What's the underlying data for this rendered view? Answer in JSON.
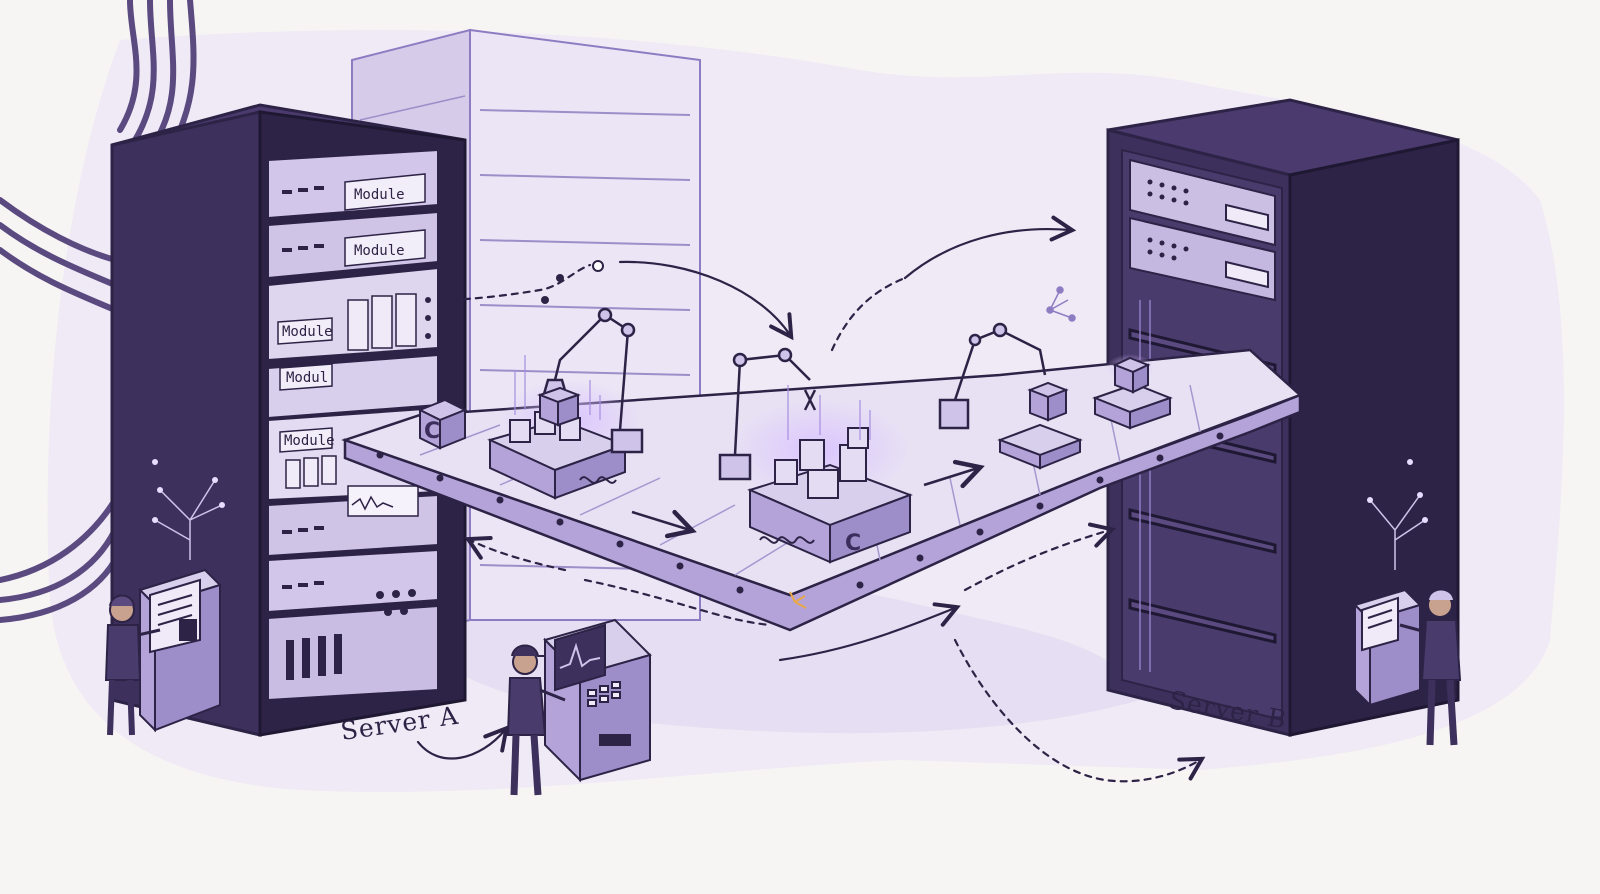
{
  "labels": {
    "server_a": "Server A",
    "server_b": "Server B"
  },
  "module_tags": [
    "Module",
    "Module",
    "Module",
    "Modul",
    "Module"
  ],
  "cube_glyph": "C",
  "colors": {
    "rack_dark": "#3e305c",
    "rack_side": "#2d2346",
    "purple_mid": "#8e7cc3",
    "purple_light": "#cfc3ea",
    "purple_wash": "#e4dcf2",
    "ink": "#2d2346",
    "paper": "#f7f5f4",
    "glow": "#c9a6ff"
  },
  "icons": [
    "server-rack-icon",
    "robot-arm-icon",
    "conveyor-belt-icon",
    "worker-icon",
    "control-terminal-icon",
    "container-cube-icon",
    "arrow-icon"
  ]
}
